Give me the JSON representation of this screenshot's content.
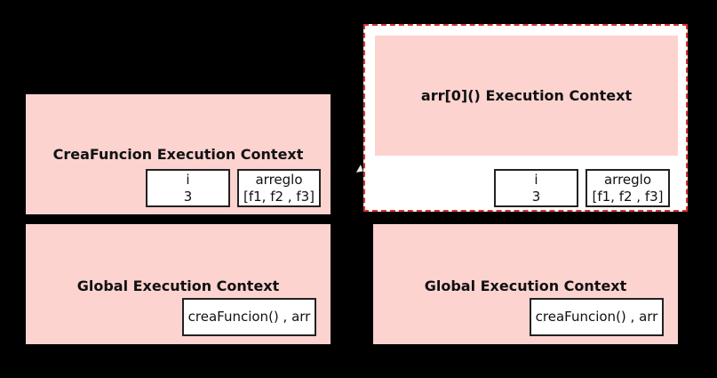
{
  "left": {
    "crea_context": {
      "title": "CreaFuncion Execution Context",
      "var_i": {
        "name": "i",
        "value": "3"
      },
      "var_arreglo": {
        "name": "arreglo",
        "value": "[f1, f2 , f3]"
      }
    },
    "global_context": {
      "title": "Global Execution Context",
      "vars": "creaFuncion() , arr"
    }
  },
  "right": {
    "arr_context": {
      "title": "arr[0]() Execution Context",
      "var_i": {
        "name": "i",
        "value": "3"
      },
      "var_arreglo": {
        "name": "arreglo",
        "value": "[f1, f2 , f3]"
      }
    },
    "global_context": {
      "title": "Global Execution Context",
      "vars": "creaFuncion() , arr"
    }
  },
  "colors": {
    "context_fill": "#fdd3d0",
    "highlight_border": "#dd3333",
    "background": "#000000"
  }
}
